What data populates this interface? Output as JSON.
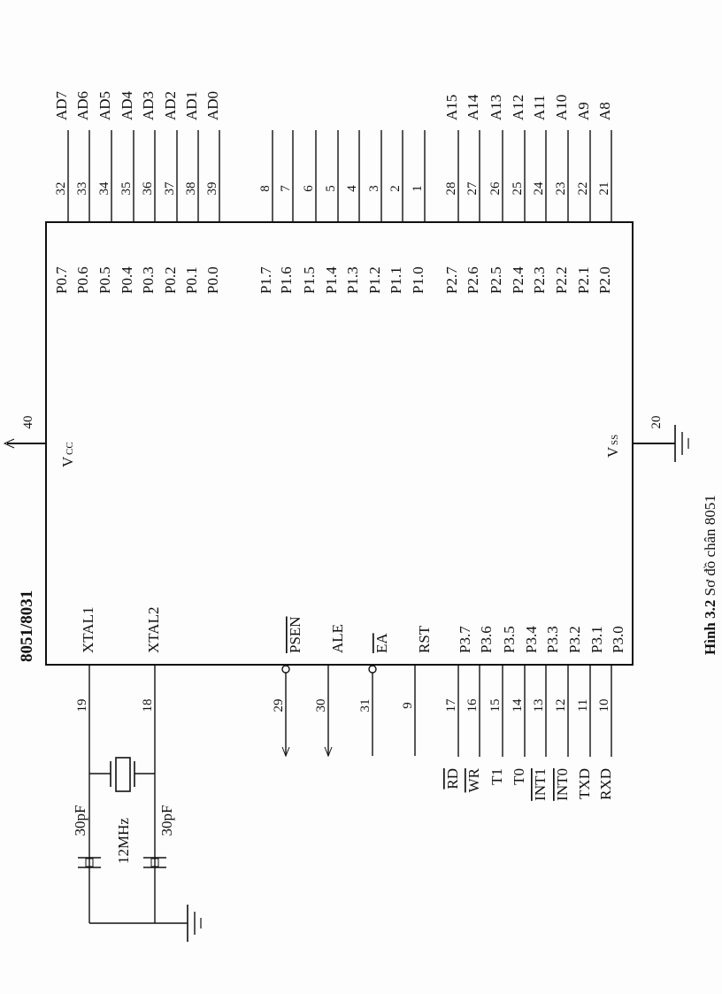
{
  "chip": {
    "title": "8051/8031",
    "vcc": {
      "label": "V",
      "sub": "CC",
      "pin": "40"
    },
    "vss": {
      "label": "V",
      "sub": "SS",
      "pin": "20"
    }
  },
  "port0": [
    {
      "name": "P0.7",
      "pin": "32",
      "signal": "AD7"
    },
    {
      "name": "P0.6",
      "pin": "33",
      "signal": "AD6"
    },
    {
      "name": "P0.5",
      "pin": "34",
      "signal": "AD5"
    },
    {
      "name": "P0.4",
      "pin": "35",
      "signal": "AD4"
    },
    {
      "name": "P0.3",
      "pin": "36",
      "signal": "AD3"
    },
    {
      "name": "P0.2",
      "pin": "37",
      "signal": "AD2"
    },
    {
      "name": "P0.1",
      "pin": "38",
      "signal": "AD1"
    },
    {
      "name": "P0.0",
      "pin": "39",
      "signal": "AD0"
    }
  ],
  "port1": [
    {
      "name": "P1.7",
      "pin": "8"
    },
    {
      "name": "P1.6",
      "pin": "7"
    },
    {
      "name": "P1.5",
      "pin": "6"
    },
    {
      "name": "P1.4",
      "pin": "5"
    },
    {
      "name": "P1.3",
      "pin": "4"
    },
    {
      "name": "P1.2",
      "pin": "3"
    },
    {
      "name": "P1.1",
      "pin": "2"
    },
    {
      "name": "P1.0",
      "pin": "1"
    }
  ],
  "port2": [
    {
      "name": "P2.7",
      "pin": "28",
      "signal": "A15"
    },
    {
      "name": "P2.6",
      "pin": "27",
      "signal": "A14"
    },
    {
      "name": "P2.5",
      "pin": "26",
      "signal": "A13"
    },
    {
      "name": "P2.4",
      "pin": "25",
      "signal": "A12"
    },
    {
      "name": "P2.3",
      "pin": "24",
      "signal": "A11"
    },
    {
      "name": "P2.2",
      "pin": "23",
      "signal": "A10"
    },
    {
      "name": "P2.1",
      "pin": "22",
      "signal": "A9"
    },
    {
      "name": "P2.0",
      "pin": "21",
      "signal": "A8"
    }
  ],
  "control": [
    {
      "name": "XTAL1",
      "pin": "19"
    },
    {
      "name": "XTAL2",
      "pin": "18"
    },
    {
      "name": "PSEN",
      "pin": "29",
      "active_low": true,
      "direction": "output"
    },
    {
      "name": "ALE",
      "pin": "30",
      "direction": "output"
    },
    {
      "name": "EA",
      "pin": "31",
      "active_low": true
    },
    {
      "name": "RST",
      "pin": "9"
    }
  ],
  "port3": [
    {
      "name": "P3.7",
      "pin": "17",
      "signal": "RD",
      "active_low": true
    },
    {
      "name": "P3.6",
      "pin": "16",
      "signal": "WR",
      "active_low": true
    },
    {
      "name": "P3.5",
      "pin": "15",
      "signal": "T1"
    },
    {
      "name": "P3.4",
      "pin": "14",
      "signal": "T0"
    },
    {
      "name": "P3.3",
      "pin": "13",
      "signal": "INT1",
      "active_low": true
    },
    {
      "name": "P3.2",
      "pin": "12",
      "signal": "INT0",
      "active_low": true
    },
    {
      "name": "P3.1",
      "pin": "11",
      "signal": "TXD"
    },
    {
      "name": "P3.0",
      "pin": "10",
      "signal": "RXD"
    }
  ],
  "oscillator": {
    "cap1": "30pF",
    "cap2": "30pF",
    "crystal": "12MHz"
  },
  "caption": {
    "label": "Hình 3.2",
    "text": " Sơ đồ chân 8051"
  }
}
